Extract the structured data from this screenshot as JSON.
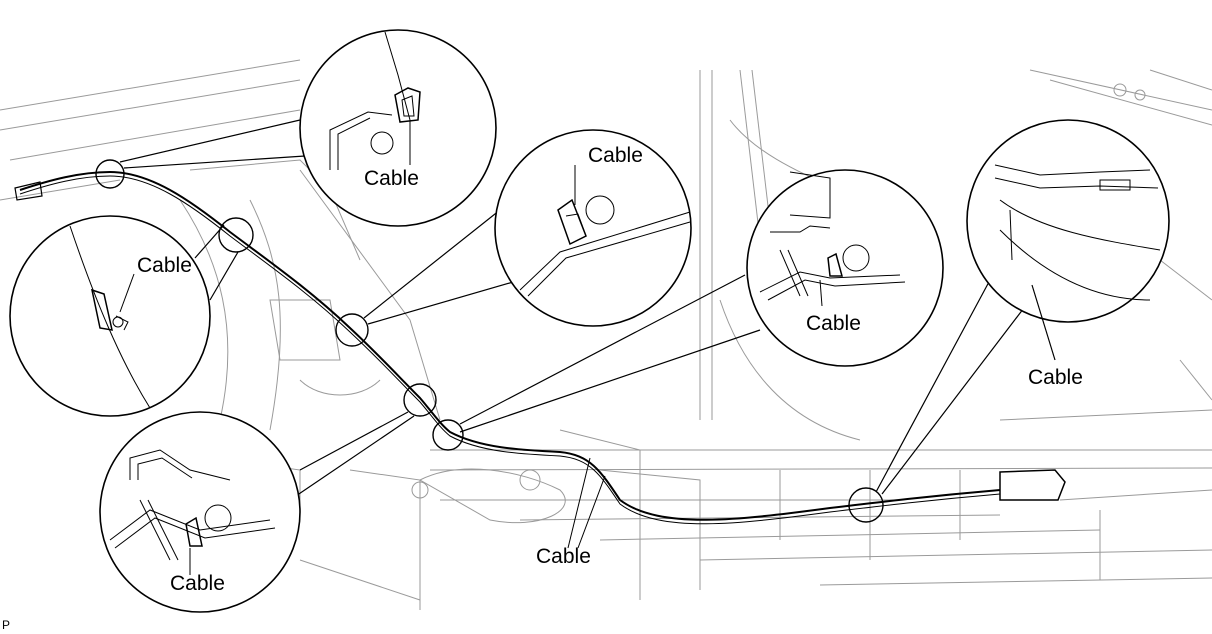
{
  "labels": {
    "cable_top": "Cable",
    "cable_left": "Cable",
    "cable_mid": "Cable",
    "cable_center_right": "Cable",
    "cable_right": "Cable",
    "cable_bottom_left": "Cable",
    "cable_bottom_center": "Cable"
  },
  "corner_text": "P"
}
